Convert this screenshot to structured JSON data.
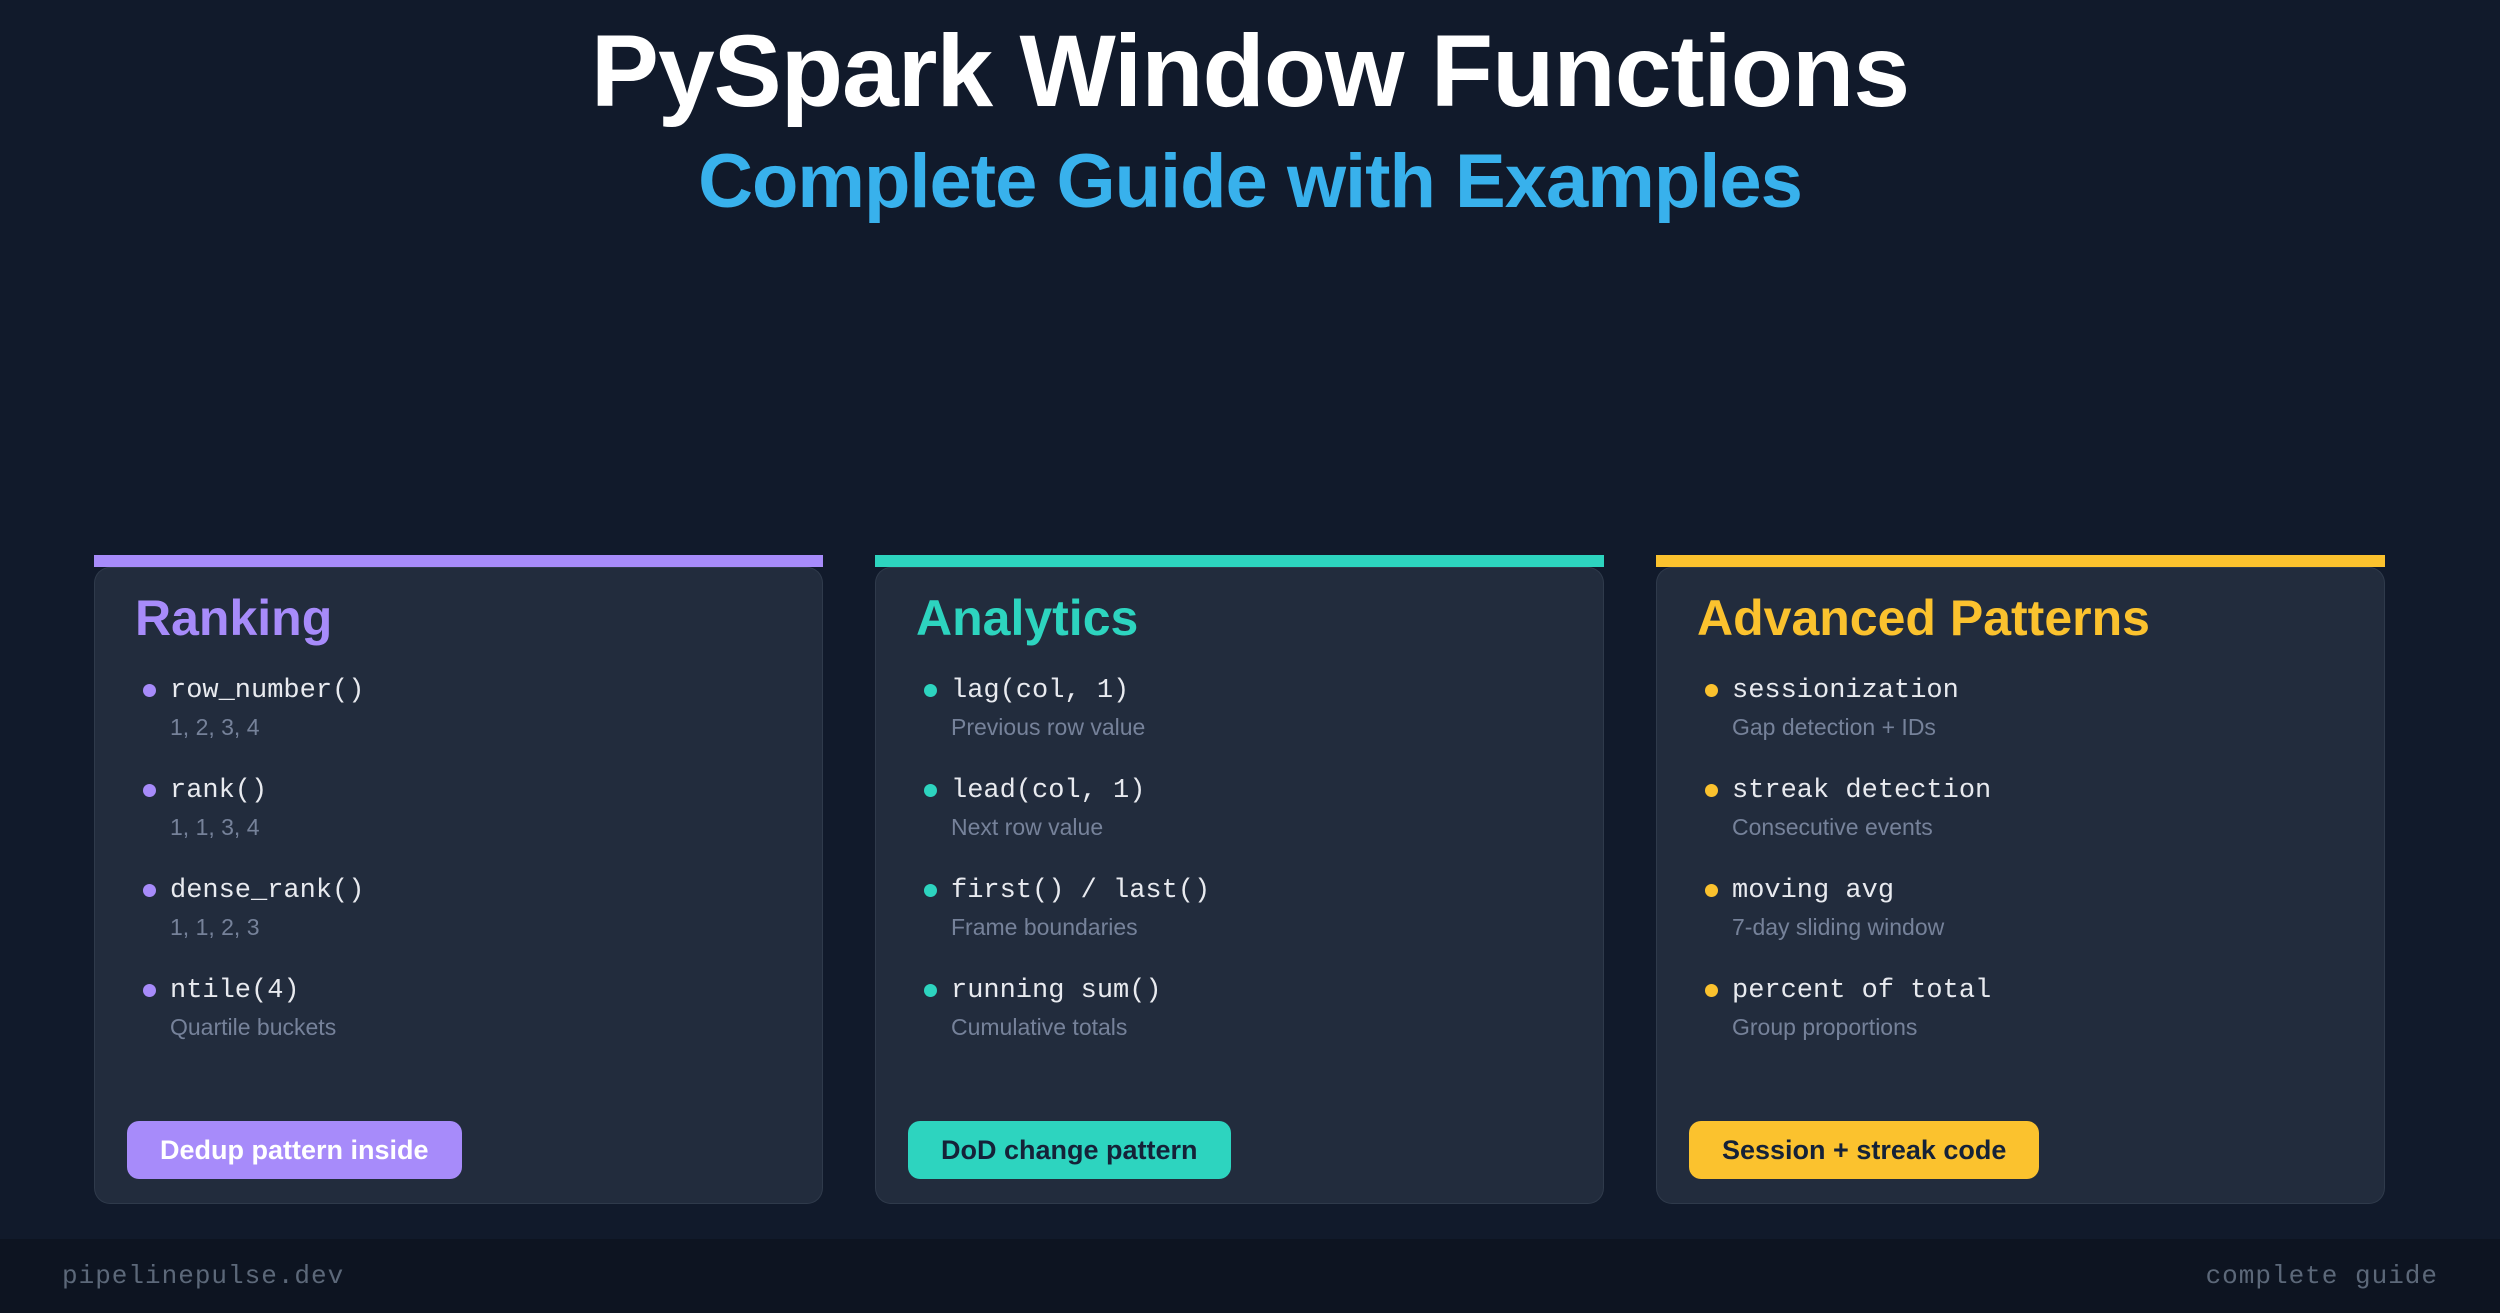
{
  "header": {
    "title": "PySpark Window Functions",
    "subtitle": "Complete Guide with Examples",
    "title_color": "#ffffff",
    "subtitle_color": "#38b1ec"
  },
  "cards": [
    {
      "title": "Ranking",
      "accent": "#a78bfa",
      "items": [
        {
          "code": "row_number()",
          "desc": "1, 2, 3, 4"
        },
        {
          "code": "rank()",
          "desc": "1, 1, 3, 4"
        },
        {
          "code": "dense_rank()",
          "desc": "1, 1, 2, 3"
        },
        {
          "code": "ntile(4)",
          "desc": "Quartile buckets"
        }
      ],
      "button": {
        "label": "Dedup pattern inside",
        "bg": "#a78bfa",
        "text_color": "#ffffff"
      }
    },
    {
      "title": "Analytics",
      "accent": "#2dd4bf",
      "items": [
        {
          "code": "lag(col, 1)",
          "desc": "Previous row value"
        },
        {
          "code": "lead(col, 1)",
          "desc": "Next row value"
        },
        {
          "code": "first() / last()",
          "desc": "Frame boundaries"
        },
        {
          "code": "running sum()",
          "desc": "Cumulative totals"
        }
      ],
      "button": {
        "label": "DoD change pattern",
        "bg": "#2dd4bf",
        "text_color": "#152238"
      }
    },
    {
      "title": "Advanced Patterns",
      "accent": "#fbc22e",
      "items": [
        {
          "code": "sessionization",
          "desc": "Gap detection + IDs"
        },
        {
          "code": "streak detection",
          "desc": "Consecutive events"
        },
        {
          "code": "moving avg",
          "desc": "7-day sliding window"
        },
        {
          "code": "percent of total",
          "desc": "Group proportions"
        }
      ],
      "button": {
        "label": "Session + streak code",
        "bg": "#fbc22e",
        "text_color": "#152238"
      }
    }
  ],
  "footer": {
    "left": "pipelinepulse.dev",
    "right": "complete guide"
  },
  "colors": {
    "page_background": "#111a2b",
    "card_background": "#222c3d",
    "footer_background": "#0d1421",
    "code_text": "#e8eaef",
    "desc_text": "#76829a",
    "footer_text": "#5c6879"
  }
}
